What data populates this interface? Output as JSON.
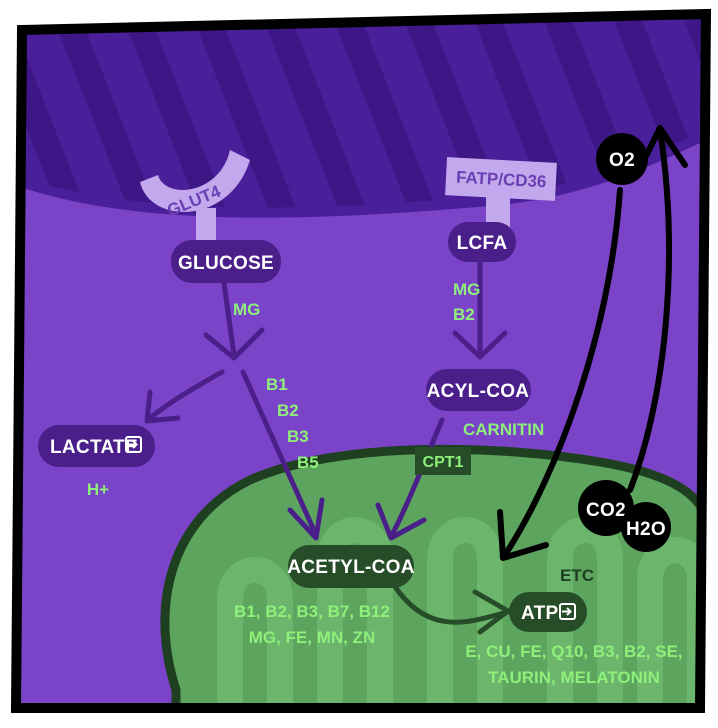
{
  "colors": {
    "background_dark": "#4a1f9a",
    "stripe": "#3d1785",
    "cell": "#7a43c8",
    "cell_border": "#4a1f9a",
    "mito": "#5da55e",
    "mito_border": "#1e3f20",
    "node_purple": "#4a1f8a",
    "node_green": "#264d28",
    "cofactor_text": "#8ef07a",
    "transporter": "#c2a8ec"
  },
  "transporters": {
    "glut4": "GLUT4",
    "fatp": "FATP/CD36",
    "cpt1": "CPT1"
  },
  "nodes": {
    "glucose": "GLUCOSE",
    "lcfa": "LCFA",
    "acyl_coa": "ACYL-COA",
    "lactate": "LACTATE",
    "lactate_icon": "exit-icon",
    "acetyl_coa": "ACETYL-COA",
    "atp": "ATP",
    "atp_icon": "exit-icon",
    "o2": "O2",
    "co2": "CO2",
    "h2o": "H2O"
  },
  "cofactors": {
    "glucose_mg": "MG",
    "lcfa_mg": "MG",
    "lcfa_b2": "B2",
    "pdh_b1": "B1",
    "pdh_b2": "B2",
    "pdh_b3": "B3",
    "pdh_b5": "B5",
    "carnitin": "CARNITIN",
    "lactate_h": "H+",
    "etc_label": "ETC",
    "acetyl_line1": "B1, B2, B3, B7, B12",
    "acetyl_line2": "MG, FE, MN, ZN",
    "atp_line1": "E, CU, FE, Q10, B3, B2, SE,",
    "atp_line2": "TAURIN, MELATONIN"
  }
}
